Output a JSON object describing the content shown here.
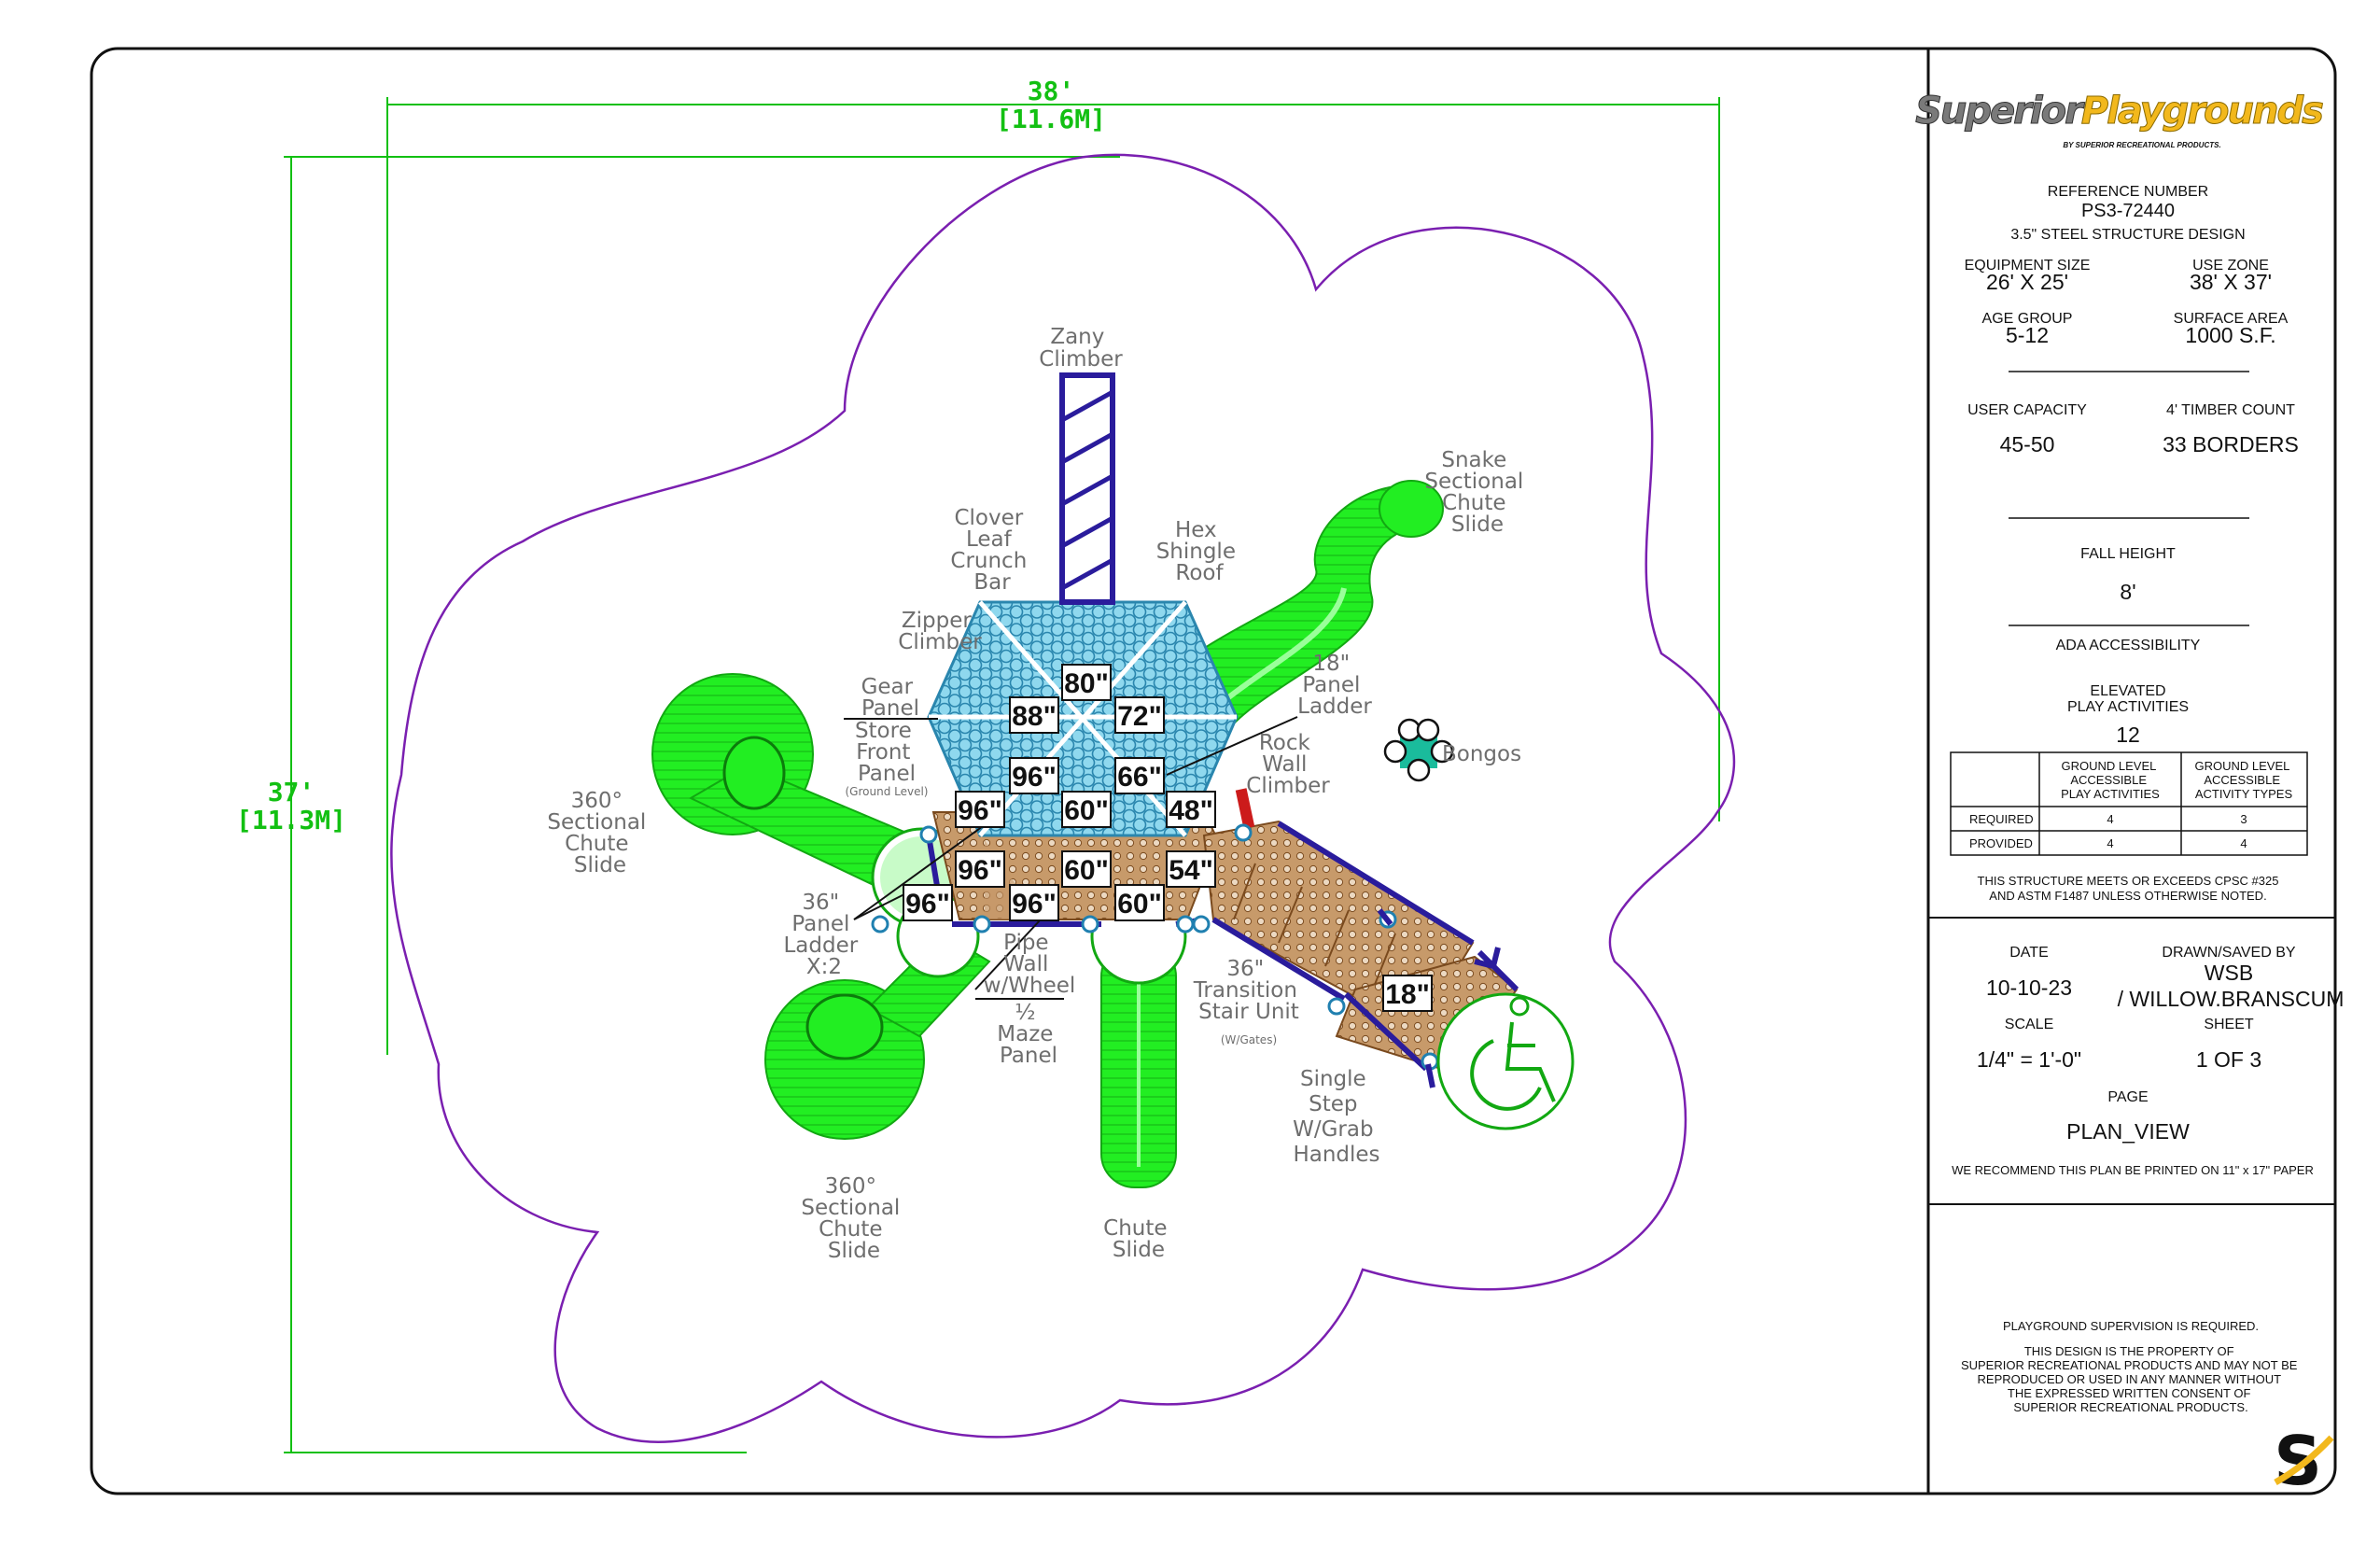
{
  "drawing": {
    "dimensions": {
      "width_ft": "38'",
      "width_m": "[11.6M]",
      "depth_ft": "37'",
      "depth_m": "[11.3M]"
    },
    "labels": {
      "zany_climber": [
        "Zany",
        "Climber"
      ],
      "clover_leaf": [
        "Clover",
        "Leaf",
        "Crunch",
        "Bar"
      ],
      "hex_roof": [
        "Hex",
        "Shingle",
        "Roof"
      ],
      "snake_slide": [
        "Snake",
        "Sectional",
        "Chute",
        "Slide"
      ],
      "zipper_climber": [
        "Zipper",
        "Climber"
      ],
      "panel_ladder_18": [
        "18\"",
        "Panel",
        "Ladder"
      ],
      "gear_panel": [
        "Gear",
        "Panel"
      ],
      "store_front": [
        "Store",
        "Front",
        "Panel"
      ],
      "ground_level": "(Ground Level)",
      "rock_wall": [
        "Rock",
        "Wall",
        "Climber"
      ],
      "bongos": "Bongos",
      "sectional_360_left": [
        "360°",
        "Sectional",
        "Chute",
        "Slide"
      ],
      "panel_ladder_36": [
        "36\"",
        "Panel",
        "Ladder",
        "X:2"
      ],
      "pipe_wall": [
        "Pipe",
        "Wall",
        "w/Wheel"
      ],
      "maze_panel": [
        "½",
        "Maze",
        "Panel"
      ],
      "transition_stair": [
        "36\"",
        "Transition",
        "Stair Unit"
      ],
      "with_gates": "(W/Gates)",
      "single_step": [
        "Single",
        "Step",
        "W/Grab",
        "Handles"
      ],
      "sectional_360_bottom": [
        "360°",
        "Sectional",
        "Chute",
        "Slide"
      ],
      "chute_slide": [
        "Chute",
        "Slide"
      ]
    },
    "deck_heights": [
      "80\"",
      "88\"",
      "72\"",
      "96\"",
      "66\"",
      "96\"",
      "60\"",
      "48\"",
      "96\"",
      "60\"",
      "54\"",
      "96\"",
      "96\"",
      "60\"",
      "18\""
    ]
  },
  "titleblock": {
    "brand_part1": "Superior",
    "brand_part2": "Playgrounds",
    "brand_sub": "BY SUPERIOR RECREATIONAL PRODUCTS.",
    "reference_label": "REFERENCE NUMBER",
    "reference_number": "PS3-72440",
    "structure": "3.5\" STEEL STRUCTURE DESIGN",
    "equipment_size_label": "EQUIPMENT SIZE",
    "equipment_size": "26' X 25'",
    "use_zone_label": "USE ZONE",
    "use_zone": "38' X 37'",
    "age_group_label": "AGE GROUP",
    "age_group": "5-12",
    "surface_area_label": "SURFACE AREA",
    "surface_area": "1000 S.F.",
    "user_capacity_label": "USER CAPACITY",
    "user_capacity": "45-50",
    "timber_label": "4' TIMBER COUNT",
    "timber_count": "33 BORDERS",
    "fall_height_label": "FALL HEIGHT",
    "fall_height": "8'",
    "ada_label": "ADA ACCESSIBILITY",
    "elevated_label_1": "ELEVATED",
    "elevated_label_2": "PLAY ACTIVITIES",
    "elevated_count": "12",
    "table": {
      "col1": [
        "GROUND LEVEL",
        "ACCESSIBLE",
        "PLAY ACTIVITIES"
      ],
      "col2": [
        "GROUND LEVEL",
        "ACCESSIBLE",
        "ACTIVITY TYPES"
      ],
      "rows": [
        {
          "label": "REQUIRED",
          "a": "4",
          "b": "3"
        },
        {
          "label": "PROVIDED",
          "a": "4",
          "b": "4"
        }
      ]
    },
    "compliance_1": "THIS STRUCTURE MEETS OR EXCEEDS CPSC #325",
    "compliance_2": "AND ASTM F1487 UNLESS OTHERWISE NOTED.",
    "date_label": "DATE",
    "date": "10-10-23",
    "drawn_label": "DRAWN/SAVED BY",
    "drawn_1": "WSB",
    "drawn_2": "/ WILLOW.BRANSCUM",
    "scale_label": "SCALE",
    "scale": "1/4\" = 1'-0\"",
    "sheet_label": "SHEET",
    "sheet": "1 OF 3",
    "page_label": "PAGE",
    "page": "PLAN_VIEW",
    "print_note": "WE RECOMMEND THIS PLAN BE PRINTED ON 11\" x 17\" PAPER",
    "supervision": "PLAYGROUND SUPERVISION IS REQUIRED.",
    "property": [
      "THIS DESIGN IS THE PROPERTY OF",
      "SUPERIOR RECREATIONAL PRODUCTS AND MAY NOT BE",
      "REPRODUCED OR USED IN ANY MANNER WITHOUT",
      "THE EXPRESSED WRITTEN CONSENT OF",
      "SUPERIOR RECREATIONAL PRODUCTS."
    ],
    "logo_letter": "S"
  },
  "colors": {
    "slide": "#22ee22",
    "roof": "#8fd8ee",
    "deck": "#c79a6a",
    "frame": "#2a1c9c",
    "zone": "#7a1fb0",
    "dimension": "#12c012",
    "brand_yellow": "#f2b81c",
    "brand_gray": "#7a7a7a"
  }
}
